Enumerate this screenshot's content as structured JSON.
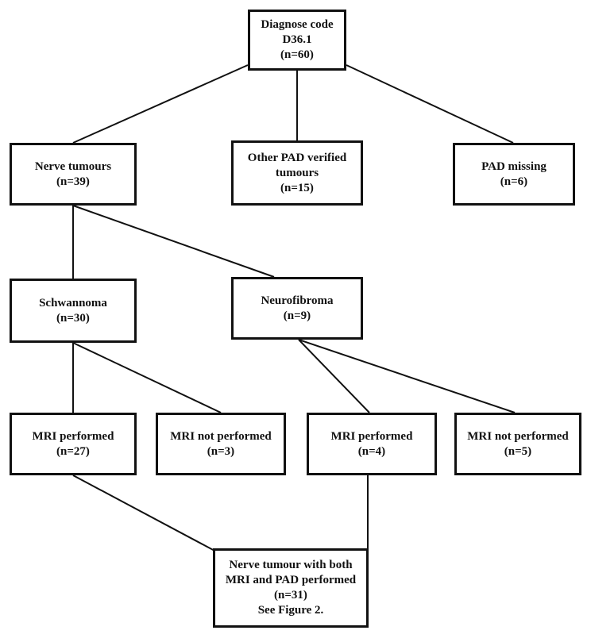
{
  "nodes": {
    "root": {
      "lines": [
        "Diagnose code",
        "D36.1",
        "(n=60)"
      ]
    },
    "nerve": {
      "lines": [
        "Nerve tumours",
        "(n=39)"
      ]
    },
    "other": {
      "lines": [
        "Other PAD verified",
        "tumours",
        "(n=15)"
      ]
    },
    "missing": {
      "lines": [
        "PAD missing",
        "(n=6)"
      ]
    },
    "schwannoma": {
      "lines": [
        "Schwannoma",
        "(n=30)"
      ]
    },
    "neurofibroma": {
      "lines": [
        "Neurofibroma",
        "(n=9)"
      ]
    },
    "schw_mri": {
      "lines": [
        "MRI performed",
        "(n=27)"
      ]
    },
    "schw_nomri": {
      "lines": [
        "MRI not performed",
        "(n=3)"
      ]
    },
    "neuro_mri": {
      "lines": [
        "MRI performed",
        "(n=4)"
      ]
    },
    "neuro_nomri": {
      "lines": [
        "MRI not performed",
        "(n=5)"
      ]
    },
    "final": {
      "lines": [
        "Nerve tumour with both",
        "MRI and PAD performed",
        "(n=31)",
        "See Figure 2."
      ]
    }
  }
}
